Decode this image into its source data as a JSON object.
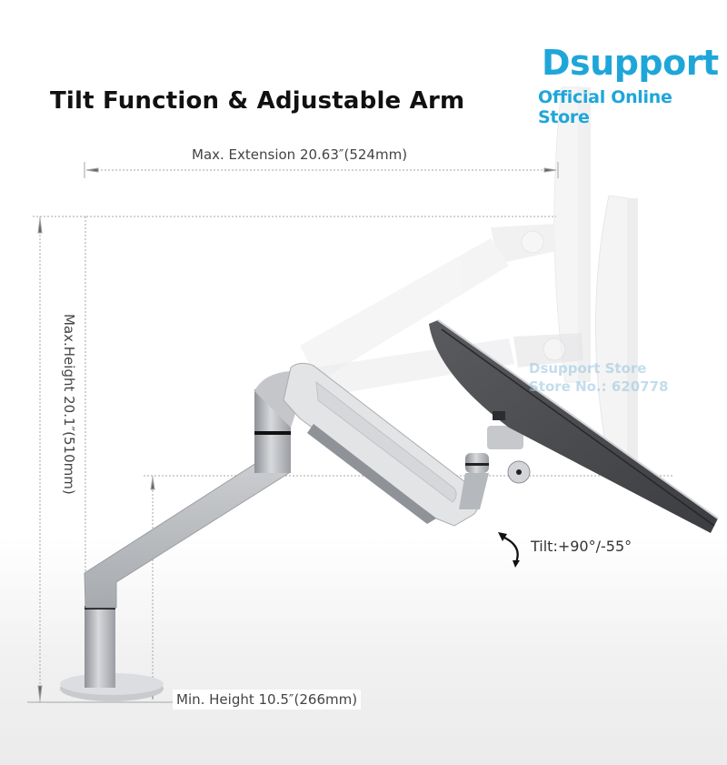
{
  "header": {
    "title": "Tilt Function & Adjustable Arm"
  },
  "brand": {
    "name": "Dsupport",
    "subtitle": "Official Online Store",
    "color": "#1fa6d9"
  },
  "watermark": {
    "line1": "Dsupport Store",
    "line2": "Store No.: 620778"
  },
  "dimensions": {
    "max_extension": "Max. Extension 20.63″(524mm)",
    "max_height": "Max.Height 20.1″(510mm)",
    "min_height": "Min. Height 10.5″(266mm)",
    "tilt": "Tilt:+90°/-55°"
  },
  "icons": {
    "tilt": "curved-double-arrow-icon"
  },
  "colors": {
    "arm_silver": "#b9bcc0",
    "arm_light": "#e2e3e5",
    "monitor_dark": "#4a4b4e",
    "dim_line": "#9a9a9a"
  }
}
